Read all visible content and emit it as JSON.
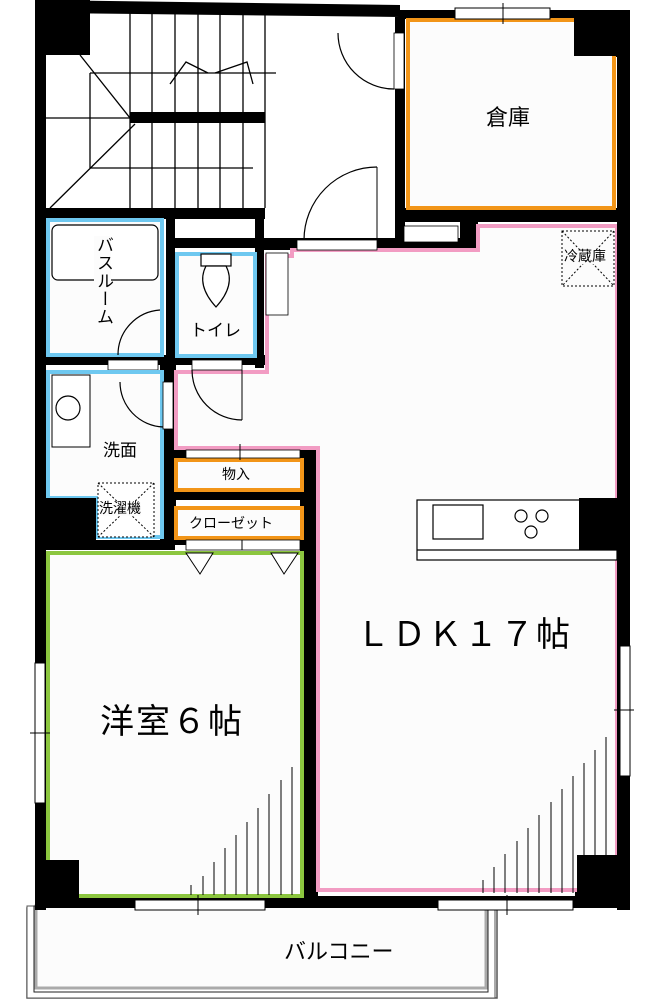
{
  "floor_plan": {
    "title": "",
    "rooms": {
      "storage": {
        "label": "倉庫",
        "color": "#f29518"
      },
      "bathroom": {
        "label": "バスルーム",
        "color": "#6ec8f0"
      },
      "toilet": {
        "label": "トイレ",
        "color": "#6ec8f0"
      },
      "washroom": {
        "label": "洗面",
        "color": "#6ec8f0"
      },
      "washing_machine": {
        "label": "洗濯機"
      },
      "closet_small": {
        "label": "物入",
        "color": "#f29518"
      },
      "closet": {
        "label": "クローゼット",
        "color": "#f29518"
      },
      "western_room": {
        "label": "洋室６帖",
        "color": "#8cc63f"
      },
      "ldk": {
        "label": "ＬＤＫ１７帖",
        "color": "#f29cc3"
      },
      "refrigerator": {
        "label": "冷蔵庫"
      },
      "balcony": {
        "label": "バルコニー",
        "color": "#aaaaaa"
      }
    },
    "fixtures": [
      "staircase",
      "kitchen-counter",
      "sink",
      "3-burner-stove",
      "toilet-bowl",
      "bathtub",
      "wash-basin"
    ],
    "wall_color": "#000000"
  }
}
